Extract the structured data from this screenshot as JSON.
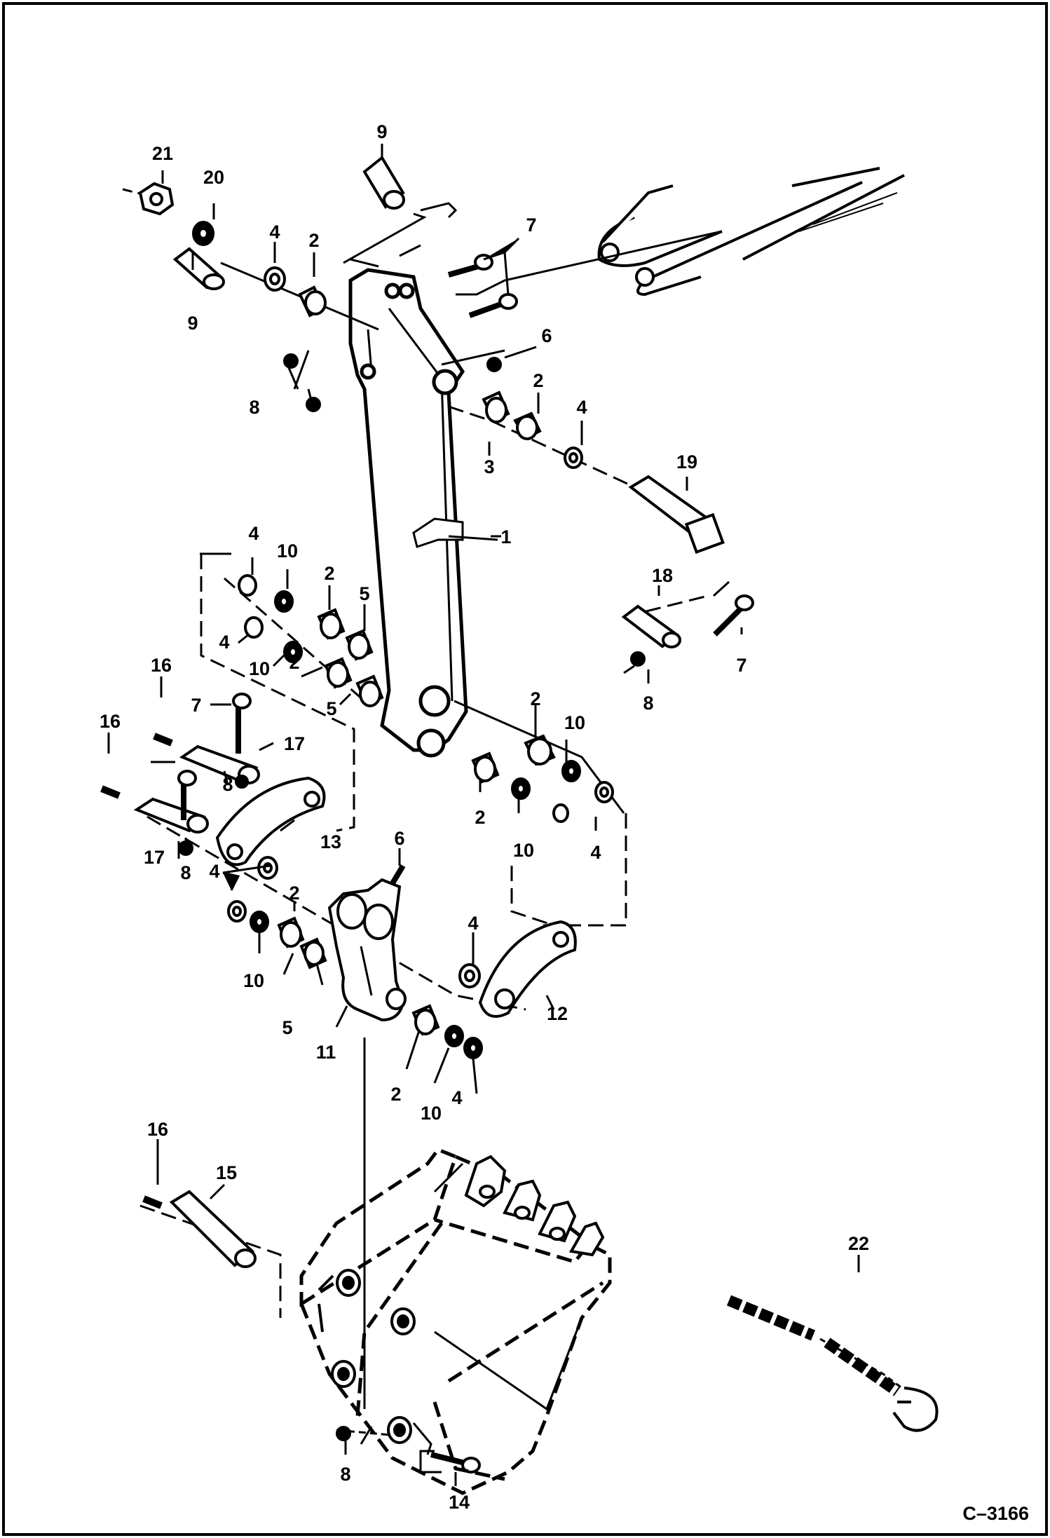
{
  "diagram": {
    "drawing_number": "C–3166",
    "callouts": {
      "c1": "1",
      "c2a": "2",
      "c2b": "2",
      "c2c": "2",
      "c2d": "2",
      "c2e": "2",
      "c2f": "2",
      "c2g": "2",
      "c2h": "2",
      "c3": "3",
      "c4a": "4",
      "c4b": "4",
      "c4c": "4",
      "c4d": "4",
      "c4e": "4",
      "c4f": "4",
      "c4g": "4",
      "c4h": "4",
      "c5a": "5",
      "c5b": "5",
      "c5c": "5",
      "c6a": "6",
      "c6b": "6",
      "c7a": "7",
      "c7b": "7",
      "c7c": "7",
      "c8a": "8",
      "c8b": "8",
      "c8c": "8",
      "c8d": "8",
      "c8e": "8",
      "c9a": "9",
      "c9b": "9",
      "c10a": "10",
      "c10b": "10",
      "c10c": "10",
      "c10d": "10",
      "c10e": "10",
      "c10f": "10",
      "c11": "11",
      "c12": "12",
      "c13": "13",
      "c14": "14",
      "c15": "15",
      "c16a": "16",
      "c16b": "16",
      "c16c": "16",
      "c17a": "17",
      "c17b": "17",
      "c18": "18",
      "c19": "19",
      "c20": "20",
      "c21": "21",
      "c22": "22"
    }
  }
}
